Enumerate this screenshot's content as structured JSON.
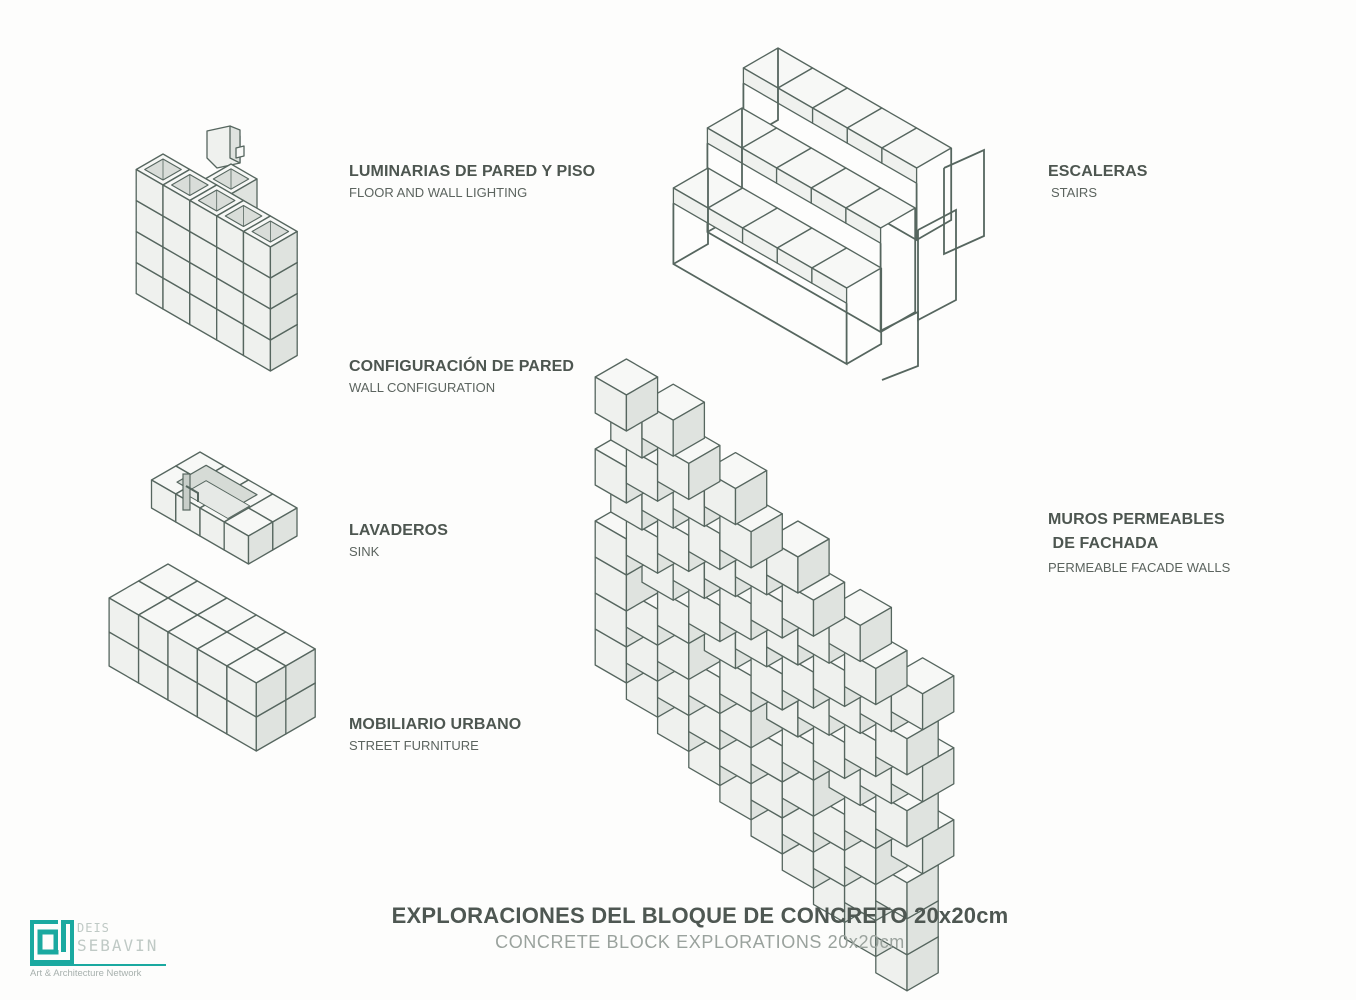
{
  "labels": {
    "lighting": {
      "es": "LUMINARIAS DE PARED Y PISO",
      "en": "FLOOR AND WALL LIGHTING"
    },
    "wall": {
      "es": "CONFIGURACIÓN DE PARED",
      "en": "WALL CONFIGURATION"
    },
    "sink": {
      "es": "LAVADEROS",
      "en": "SINK"
    },
    "furniture": {
      "es": "MOBILIARIO URBANO",
      "en": "STREET FURNITURE"
    },
    "stairs": {
      "es": "ESCALERAS",
      "en": "STAIRS"
    },
    "facade": {
      "es_line1": "MUROS PERMEABLES",
      "es_line2": " DE FACHADA",
      "en": "PERMEABLE FACADE WALLS"
    }
  },
  "title": {
    "main": "EXPLORACIONES DEL BLOQUE DE CONCRETO 20x20cm",
    "sub": "CONCRETE BLOCK  EXPLORATIONS 20x20cm"
  },
  "logo": {
    "word1": "DEIS",
    "word2": "SEBAVIN",
    "tagline": "Art & Architecture Network",
    "accent_color": "#1aa9a0"
  },
  "colors": {
    "stroke": "#56665f",
    "face_front": "#eff1ee",
    "face_side": "#dfe3df",
    "face_top": "#f7f8f6"
  }
}
